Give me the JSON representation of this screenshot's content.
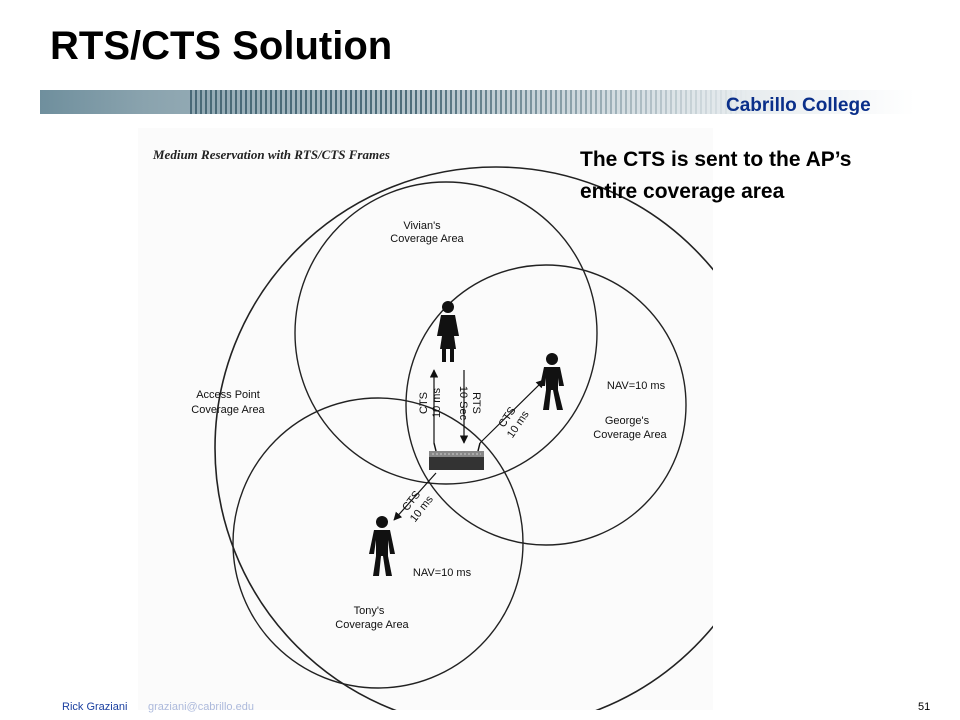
{
  "slide": {
    "title": "RTS/CTS Solution",
    "brand": "Cabrillo College",
    "callout": "The CTS is sent to the AP’s entire coverage area",
    "author": "Rick Graziani",
    "email": "graziani@cabrillo.edu",
    "page_number": "51"
  },
  "diagram": {
    "caption": "Medium Reservation with RTS/CTS Frames",
    "labels": {
      "vivian_1": "Vivian's",
      "vivian_2": "Coverage Area",
      "ap_1": "Access Point",
      "ap_2": "Coverage Area",
      "george_nav": "NAV=10 ms",
      "george_1": "George's",
      "george_2": "Coverage Area",
      "tony_nav": "NAV=10 ms",
      "tony_1": "Tony's",
      "tony_2": "Coverage Area",
      "rts_1": "RTS",
      "rts_2": "10 Sec",
      "cts_v_1": "CTS",
      "cts_v_2": "10 ms",
      "cts_g_1": "CTS",
      "cts_g_2": "10 ms",
      "cts_t_1": "CTS",
      "cts_t_2": "10 ms"
    }
  },
  "colors": {
    "brand": "#0a2f8a",
    "footer_text": "#1a3fa0"
  }
}
